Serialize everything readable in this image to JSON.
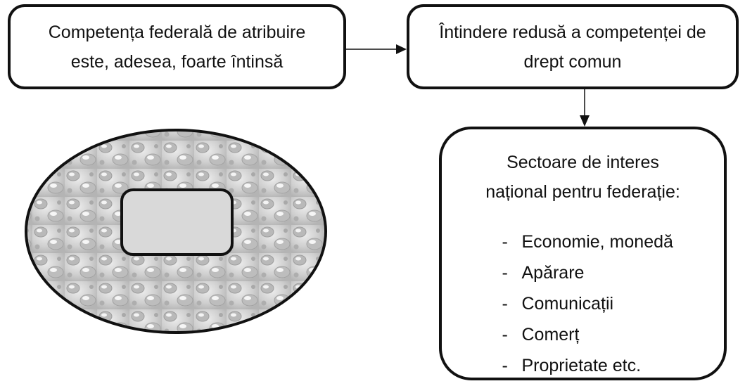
{
  "box_left": {
    "lines": [
      "Competența federală de atribuire",
      "este, adesea, foarte întinsă"
    ]
  },
  "box_right": {
    "lines": [
      "Întindere redusă a competenței de",
      "drept comun"
    ]
  },
  "box_sectors": {
    "heading_lines": [
      "Sectoare de interes",
      "național pentru federație:"
    ],
    "items": [
      "Economie, monedă",
      "Apărare",
      "Comunicații",
      "Comerț",
      "Proprietate etc."
    ]
  },
  "colors": {
    "stroke": "#111111",
    "ellipse_fill": "#c9c9c9",
    "inner_rect_fill": "#dadada"
  }
}
